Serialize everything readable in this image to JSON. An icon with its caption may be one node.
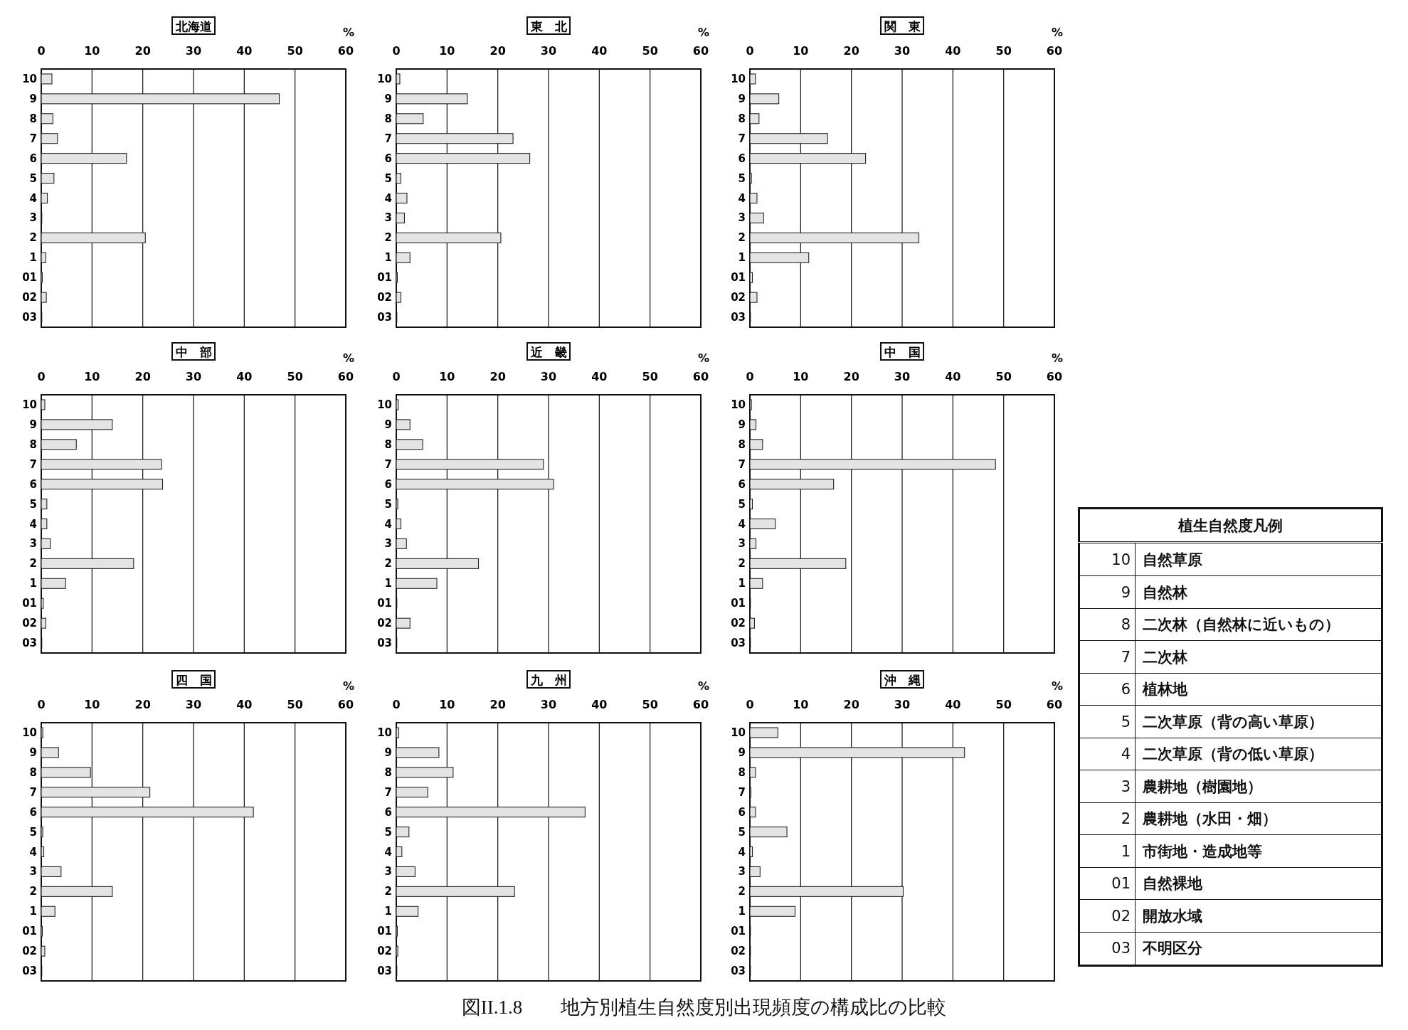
{
  "diagram": {
    "caption": "図II.1.8　　地方別植生自然度別出現頻度の構成比の比較",
    "labels": [
      "植生自然度凡例",
      "10",
      "自然草原",
      "9",
      "自然林",
      "8",
      "二次林（自然林に近いもの）",
      "7",
      "二次林",
      "6",
      "植林地",
      "5",
      "二次草原（背の高い草原）",
      "4",
      "二次草原（背の低い草原）",
      "3",
      "農耕地（樹園地）",
      "2",
      "農耕地（水田・畑）",
      "1",
      "市街地・造成地等",
      "01",
      "自然裸地",
      "02",
      "開放水域",
      "03",
      "不明区分"
    ],
    "chart_data": [
      {
        "type": "bar",
        "orientation": "horizontal",
        "title": "北海道",
        "grid": true,
        "xlabel": "%",
        "xlim": [
          0,
          60
        ],
        "xticks": [
          0,
          10,
          20,
          30,
          40,
          50,
          60
        ],
        "categories": [
          "10",
          "9",
          "8",
          "7",
          "6",
          "5",
          "4",
          "3",
          "2",
          "1",
          "01",
          "02",
          "03"
        ],
        "series": [
          {
            "color": "#e4e4e4",
            "values": [
              2.1,
              46.9,
              2.3,
              3.2,
              16.8,
              2.5,
              1.2,
              0,
              20.5,
              0.9,
              0.2,
              1,
              0
            ]
          }
        ]
      },
      {
        "type": "bar",
        "orientation": "horizontal",
        "title": "東　北",
        "grid": true,
        "xlabel": "%",
        "xlim": [
          0,
          60
        ],
        "xticks": [
          0,
          10,
          20,
          30,
          40,
          50,
          60
        ],
        "categories": [
          "10",
          "9",
          "8",
          "7",
          "6",
          "5",
          "4",
          "3",
          "2",
          "1",
          "01",
          "02",
          "03"
        ],
        "series": [
          {
            "color": "#e4e4e4",
            "values": [
              0.7,
              14,
              5.3,
              23,
              26.3,
              0.9,
              2.1,
              1.6,
              20.6,
              2.7,
              0.2,
              0.9,
              0
            ]
          }
        ]
      },
      {
        "type": "bar",
        "orientation": "horizontal",
        "title": "関　東",
        "grid": true,
        "xlabel": "%",
        "xlim": [
          0,
          60
        ],
        "xticks": [
          0,
          10,
          20,
          30,
          40,
          50,
          60
        ],
        "categories": [
          "10",
          "9",
          "8",
          "7",
          "6",
          "5",
          "4",
          "3",
          "2",
          "1",
          "01",
          "02",
          "03"
        ],
        "series": [
          {
            "color": "#e4e4e4",
            "values": [
              1.1,
              5.7,
              1.8,
              15.3,
              22.8,
              0.3,
              1.4,
              2.7,
              33.3,
              11.6,
              0.5,
              1.4,
              0
            ]
          }
        ]
      },
      {
        "type": "bar",
        "orientation": "horizontal",
        "title": "中　部",
        "grid": true,
        "xlabel": "%",
        "xlim": [
          0,
          60
        ],
        "xticks": [
          0,
          10,
          20,
          30,
          40,
          50,
          60
        ],
        "categories": [
          "10",
          "9",
          "8",
          "7",
          "6",
          "5",
          "4",
          "3",
          "2",
          "1",
          "01",
          "02",
          "03"
        ],
        "series": [
          {
            "color": "#e4e4e4",
            "values": [
              0.7,
              14,
              6.9,
              23.7,
              23.9,
              1.1,
              1.1,
              1.8,
              18.2,
              4.8,
              0.4,
              0.9,
              0
            ]
          }
        ]
      },
      {
        "type": "bar",
        "orientation": "horizontal",
        "title": "近　畿",
        "grid": true,
        "xlabel": "%",
        "xlim": [
          0,
          60
        ],
        "xticks": [
          0,
          10,
          20,
          30,
          40,
          50,
          60
        ],
        "categories": [
          "10",
          "9",
          "8",
          "7",
          "6",
          "5",
          "4",
          "3",
          "2",
          "1",
          "01",
          "02",
          "03"
        ],
        "series": [
          {
            "color": "#e4e4e4",
            "values": [
              0.4,
              2.7,
              5.2,
              29,
              31,
              0.3,
              0.9,
              2,
              16.2,
              8,
              0,
              2.7,
              0
            ]
          }
        ]
      },
      {
        "type": "bar",
        "orientation": "horizontal",
        "title": "中　国",
        "grid": true,
        "xlabel": "%",
        "xlim": [
          0,
          60
        ],
        "xticks": [
          0,
          10,
          20,
          30,
          40,
          50,
          60
        ],
        "categories": [
          "10",
          "9",
          "8",
          "7",
          "6",
          "5",
          "4",
          "3",
          "2",
          "1",
          "01",
          "02",
          "03"
        ],
        "series": [
          {
            "color": "#e4e4e4",
            "values": [
              0.3,
              1.2,
              2.5,
              48.4,
              16.5,
              0.5,
              5,
              1.2,
              18.9,
              2.5,
              0,
              0.9,
              0
            ]
          }
        ]
      },
      {
        "type": "bar",
        "orientation": "horizontal",
        "title": "四　国",
        "grid": true,
        "xlabel": "%",
        "xlim": [
          0,
          60
        ],
        "xticks": [
          0,
          10,
          20,
          30,
          40,
          50,
          60
        ],
        "categories": [
          "10",
          "9",
          "8",
          "7",
          "6",
          "5",
          "4",
          "3",
          "2",
          "1",
          "01",
          "02",
          "03"
        ],
        "series": [
          {
            "color": "#e4e4e4",
            "values": [
              0.3,
              3.4,
              9.7,
              21.4,
              41.8,
              0.3,
              0.5,
              3.9,
              14,
              2.7,
              0.2,
              0.7,
              0
            ]
          }
        ]
      },
      {
        "type": "bar",
        "orientation": "horizontal",
        "title": "九　州",
        "grid": true,
        "xlabel": "%",
        "xlim": [
          0,
          60
        ],
        "xticks": [
          0,
          10,
          20,
          30,
          40,
          50,
          60
        ],
        "categories": [
          "10",
          "9",
          "8",
          "7",
          "6",
          "5",
          "4",
          "3",
          "2",
          "1",
          "01",
          "02",
          "03"
        ],
        "series": [
          {
            "color": "#e4e4e4",
            "values": [
              0.5,
              8.4,
              11.2,
              6.2,
              37.2,
              2.5,
              1.1,
              3.7,
              23.3,
              4.3,
              0.2,
              0.3,
              0
            ]
          }
        ]
      },
      {
        "type": "bar",
        "orientation": "horizontal",
        "title": "沖　縄",
        "grid": true,
        "xlabel": "%",
        "xlim": [
          0,
          60
        ],
        "xticks": [
          0,
          10,
          20,
          30,
          40,
          50,
          60
        ],
        "categories": [
          "10",
          "9",
          "8",
          "7",
          "6",
          "5",
          "4",
          "3",
          "2",
          "1",
          "01",
          "02",
          "03"
        ],
        "series": [
          {
            "color": "#e4e4e4",
            "values": [
              5.5,
              42.3,
              1.1,
              0.2,
              1.1,
              7.3,
              0.5,
              2,
              30.2,
              8.9,
              0,
              0,
              0
            ]
          }
        ]
      }
    ]
  }
}
